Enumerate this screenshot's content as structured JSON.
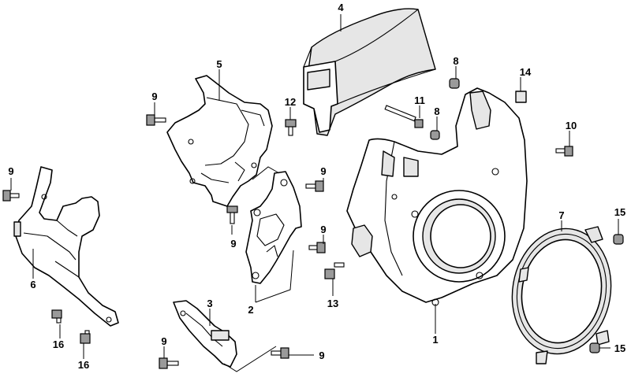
{
  "callouts": {
    "c1": "1",
    "c2": "2",
    "c3": "3",
    "c4": "4",
    "c5": "5",
    "c6": "6",
    "c7": "7",
    "c8a": "8",
    "c8b": "8",
    "c9a": "9",
    "c9b": "9",
    "c9c": "9",
    "c9d": "9",
    "c9e": "9",
    "c9f": "9",
    "c9g": "9",
    "c10": "10",
    "c11": "11",
    "c12": "12",
    "c13": "13",
    "c14": "14",
    "c15a": "15",
    "c15b": "15",
    "c16a": "16",
    "c16b": "16"
  }
}
